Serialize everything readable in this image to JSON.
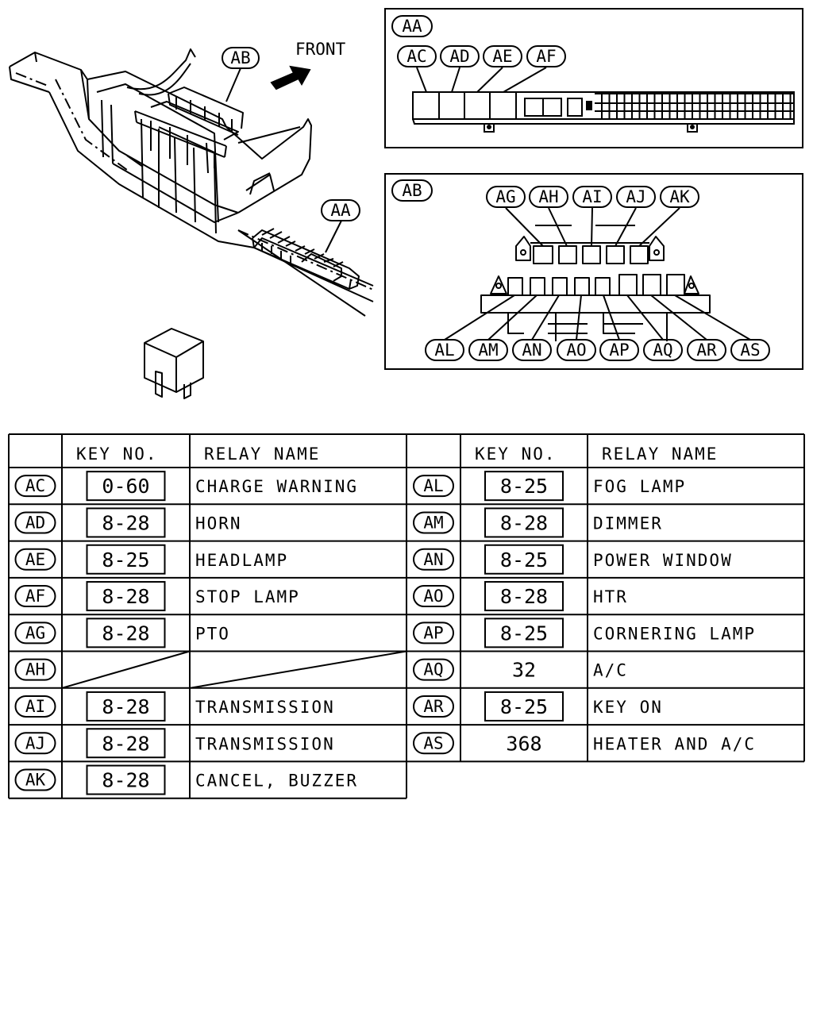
{
  "drawing": {
    "front_label": "FRONT",
    "callouts": {
      "ab_main": "AB",
      "aa_main": "AA",
      "aa_panel_title": "AA",
      "ab_panel_title": "AB",
      "aa_panel_slots": [
        "AC",
        "AD",
        "AE",
        "AF"
      ],
      "ab_panel_top_slots": [
        "AG",
        "AH",
        "AI",
        "AJ",
        "AK"
      ],
      "ab_panel_bottom_slots": [
        "AL",
        "AM",
        "AN",
        "AO",
        "AP",
        "AQ",
        "AR",
        "AS"
      ]
    }
  },
  "table": {
    "headers": {
      "key_no": "KEY NO.",
      "relay_name": "RELAY NAME"
    },
    "left_rows": [
      {
        "code": "AC",
        "key": "0-60",
        "boxed": true,
        "name": "CHARGE WARNING"
      },
      {
        "code": "AD",
        "key": "8-28",
        "boxed": true,
        "name": "HORN"
      },
      {
        "code": "AE",
        "key": "8-25",
        "boxed": true,
        "name": "HEADLAMP"
      },
      {
        "code": "AF",
        "key": "8-28",
        "boxed": true,
        "name": "STOP LAMP"
      },
      {
        "code": "AG",
        "key": "8-28",
        "boxed": true,
        "name": "PTO"
      },
      {
        "code": "AH",
        "key": "",
        "boxed": false,
        "name": ""
      },
      {
        "code": "AI",
        "key": "8-28",
        "boxed": true,
        "name": "TRANSMISSION"
      },
      {
        "code": "AJ",
        "key": "8-28",
        "boxed": true,
        "name": "TRANSMISSION"
      },
      {
        "code": "AK",
        "key": "8-28",
        "boxed": true,
        "name": "CANCEL, BUZZER"
      }
    ],
    "right_rows": [
      {
        "code": "AL",
        "key": "8-25",
        "boxed": true,
        "name": "FOG LAMP"
      },
      {
        "code": "AM",
        "key": "8-28",
        "boxed": true,
        "name": "DIMMER"
      },
      {
        "code": "AN",
        "key": "8-25",
        "boxed": true,
        "name": "POWER WINDOW"
      },
      {
        "code": "AO",
        "key": "8-28",
        "boxed": true,
        "name": "HTR"
      },
      {
        "code": "AP",
        "key": "8-25",
        "boxed": true,
        "name": "CORNERING LAMP"
      },
      {
        "code": "AQ",
        "key": "32",
        "boxed": false,
        "name": "A/C"
      },
      {
        "code": "AR",
        "key": "8-25",
        "boxed": true,
        "name": "KEY ON"
      },
      {
        "code": "AS",
        "key": "368",
        "boxed": false,
        "name": "HEATER AND A/C"
      }
    ]
  }
}
